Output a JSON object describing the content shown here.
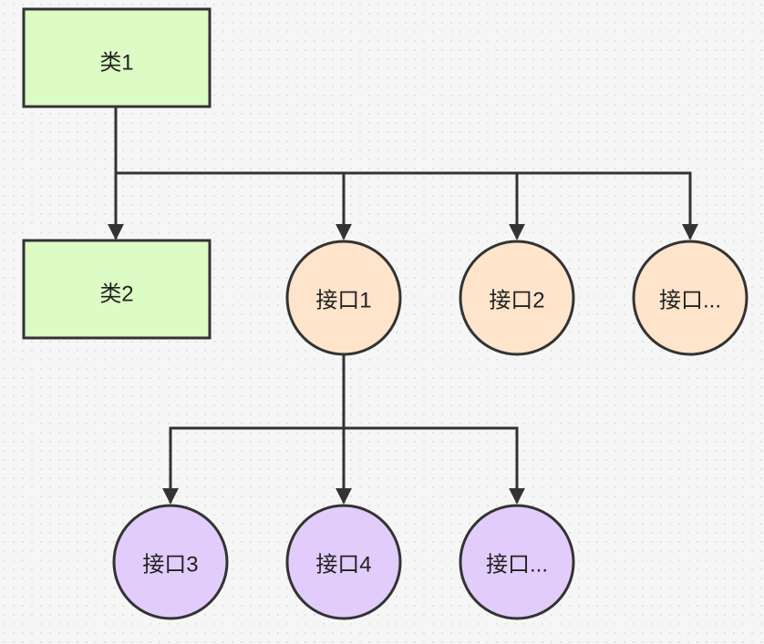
{
  "diagram": {
    "colors": {
      "class_fill": "#ddfbc4",
      "interface_level1_fill": "#fde4cb",
      "interface_level2_fill": "#e2ccfb",
      "stroke": "#333333",
      "background": "#f6f6f6"
    },
    "nodes": {
      "class1": {
        "label": "类1",
        "shape": "rect"
      },
      "class2": {
        "label": "类2",
        "shape": "rect"
      },
      "iface1": {
        "label": "接口1",
        "shape": "circle"
      },
      "iface2": {
        "label": "接口2",
        "shape": "circle"
      },
      "iface_more_top": {
        "label": "接口...",
        "shape": "circle"
      },
      "iface3": {
        "label": "接口3",
        "shape": "circle"
      },
      "iface4": {
        "label": "接口4",
        "shape": "circle"
      },
      "iface_more_bottom": {
        "label": "接口...",
        "shape": "circle"
      }
    },
    "edges": [
      {
        "from": "class1",
        "to": "class2"
      },
      {
        "from": "class1",
        "to": "iface1"
      },
      {
        "from": "class1",
        "to": "iface2"
      },
      {
        "from": "class1",
        "to": "iface_more_top"
      },
      {
        "from": "iface1",
        "to": "iface3"
      },
      {
        "from": "iface1",
        "to": "iface4"
      },
      {
        "from": "iface1",
        "to": "iface_more_bottom"
      }
    ]
  }
}
